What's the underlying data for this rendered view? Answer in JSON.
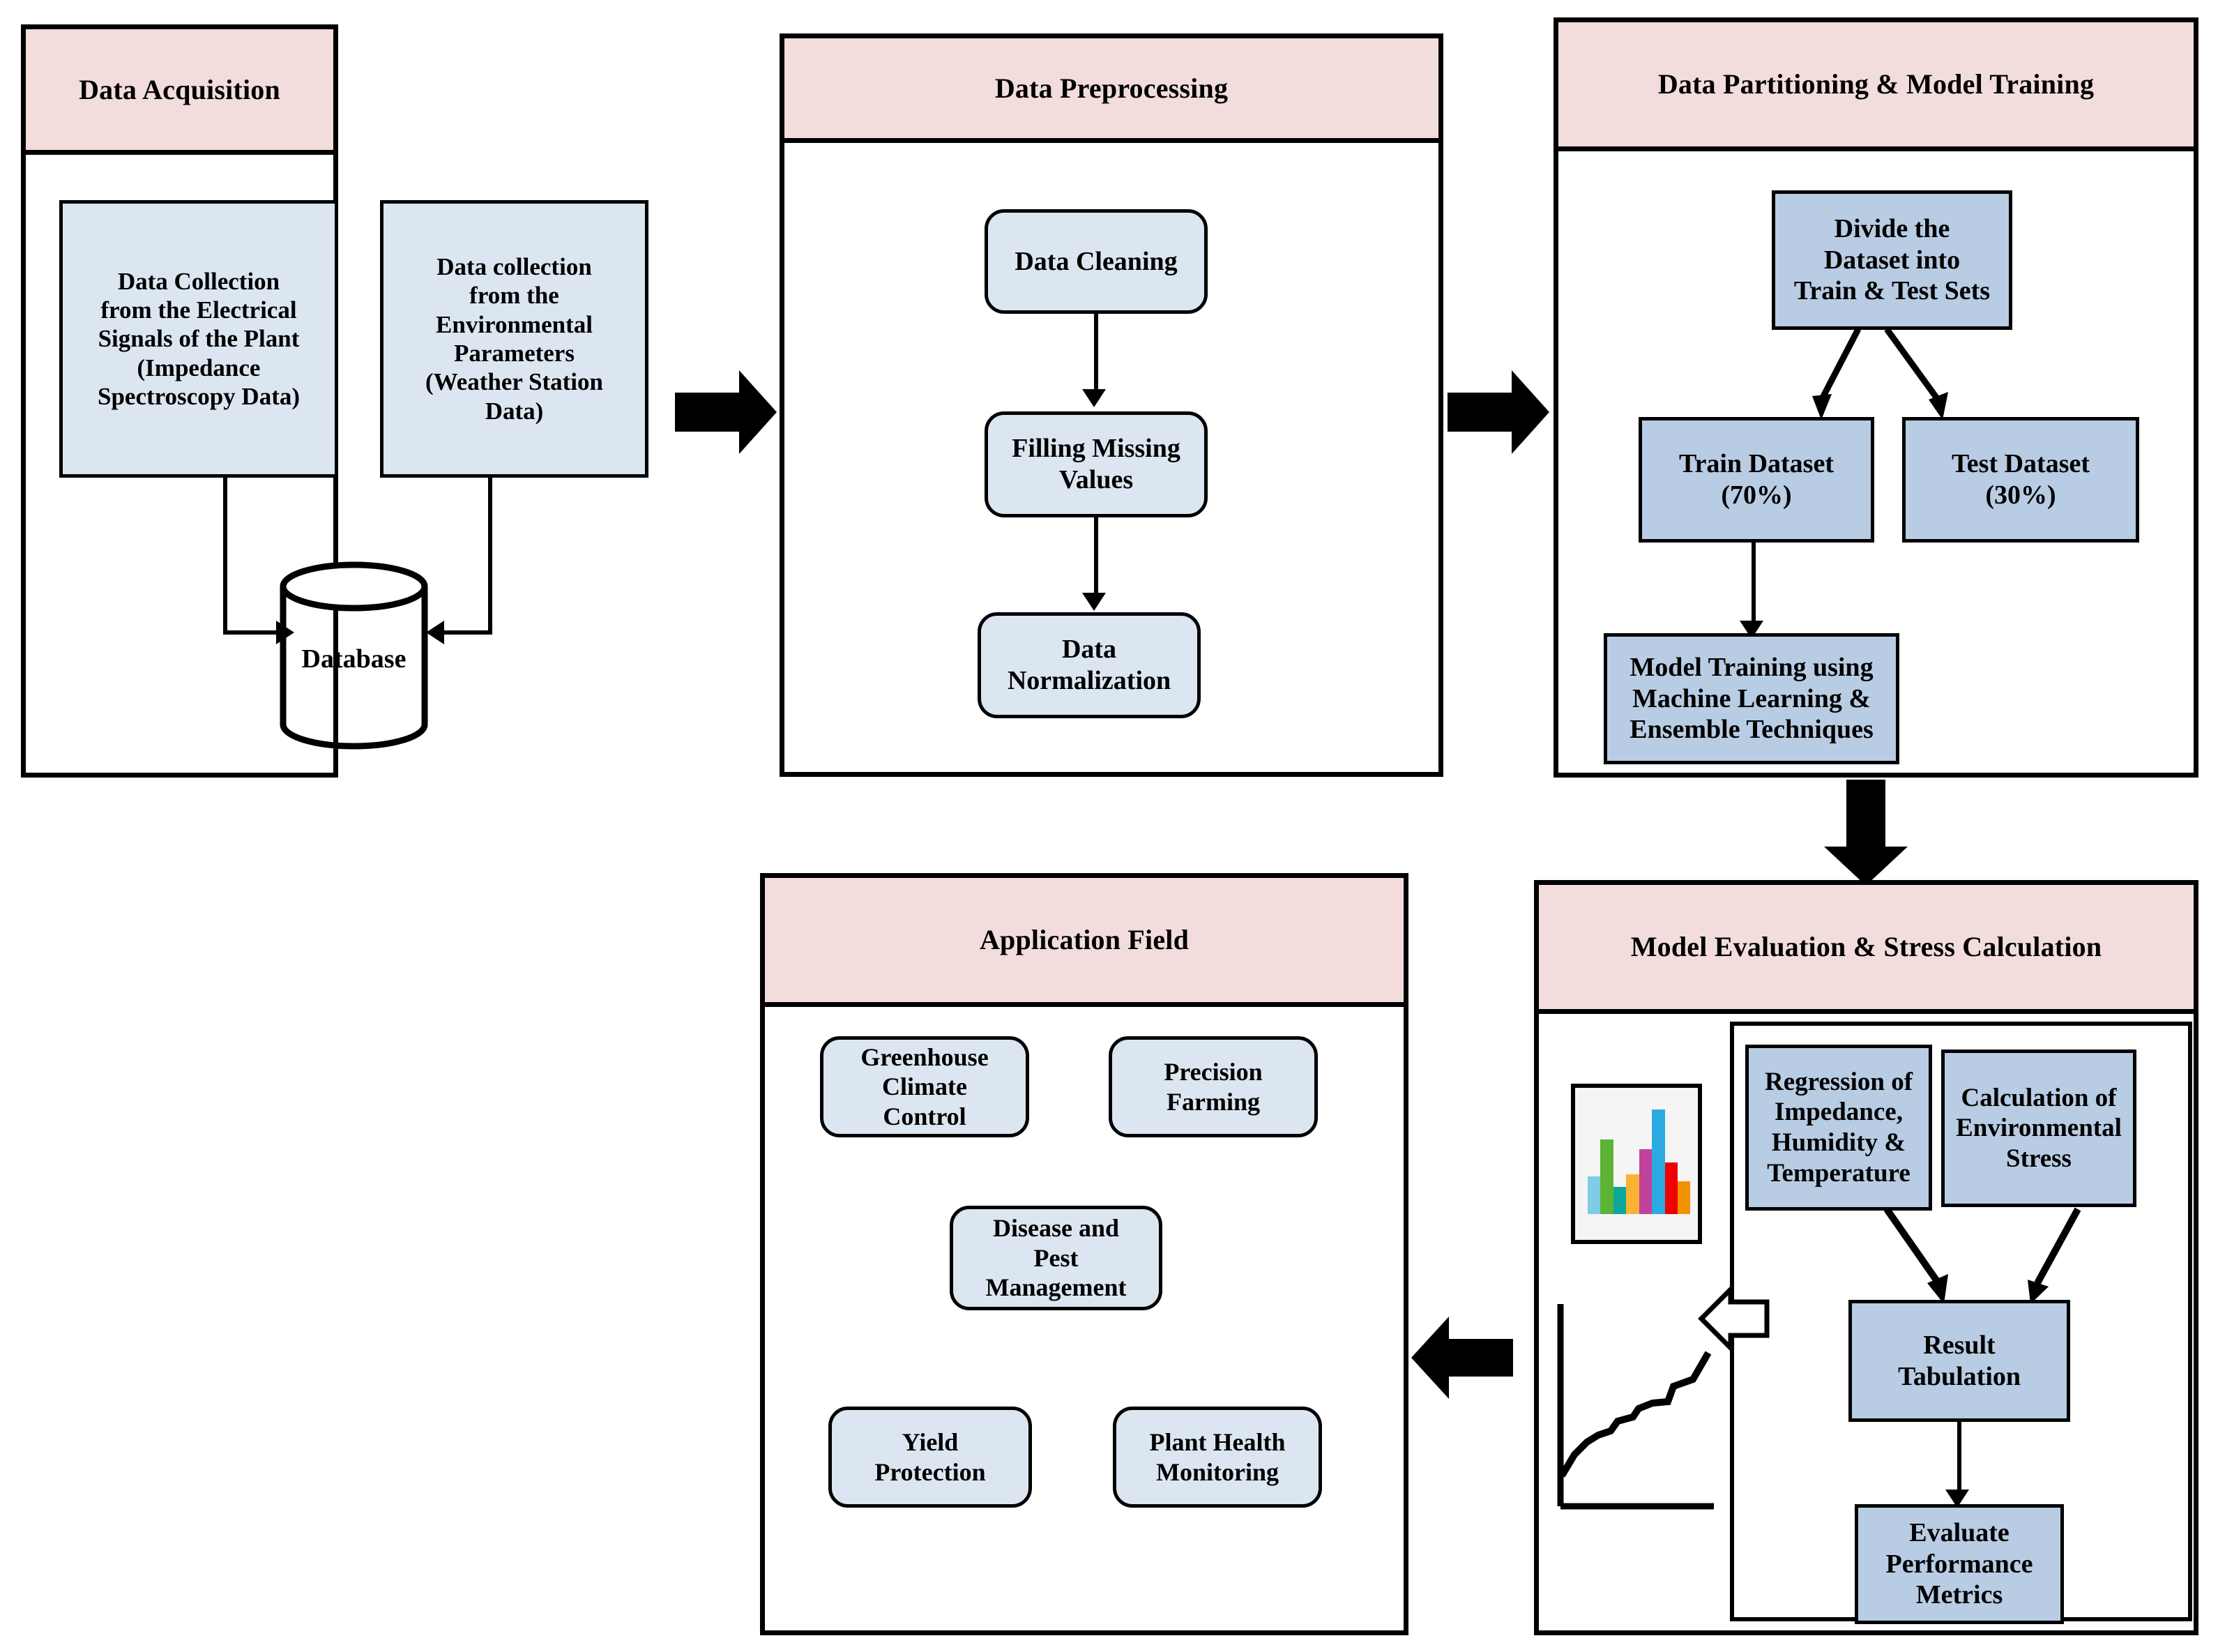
{
  "diagram": {
    "title": "Plant Stress Prediction Methodology Flowchart",
    "colors": {
      "panel_header_fill": "#f2dcdc",
      "node_light_fill": "#dce6f1",
      "node_mid_fill": "#b8cce4",
      "stroke": "#000000",
      "canvas": "#ffffff"
    }
  },
  "panels": [
    {
      "id": "data-acquisition",
      "header": "Data Acquisition",
      "nodes": [
        {
          "id": "electrical-signals",
          "label": "Data Collection\nfrom the Electrical\nSignals of the Plant\n(Impedance\nSpectroscopy Data)"
        },
        {
          "id": "environmental-parameters",
          "label": "Data collection\nfrom the\nEnvironmental\nParameters\n(Weather Station\nData)"
        },
        {
          "id": "database",
          "label": "Database"
        }
      ]
    },
    {
      "id": "data-preprocessing",
      "header": "Data Preprocessing",
      "nodes": [
        {
          "id": "data-cleaning",
          "label": "Data Cleaning"
        },
        {
          "id": "filling-missing-values",
          "label": "Filling Missing\nValues"
        },
        {
          "id": "data-normalization",
          "label": "Data\nNormalization"
        }
      ]
    },
    {
      "id": "data-partitioning-model-training",
      "header": "Data Partitioning & Model Training",
      "nodes": [
        {
          "id": "divide-dataset",
          "label": "Divide the\nDataset into\nTrain & Test Sets"
        },
        {
          "id": "train-dataset",
          "label": "Train Dataset\n(70%)"
        },
        {
          "id": "test-dataset",
          "label": "Test Dataset\n(30%)"
        },
        {
          "id": "model-training",
          "label": "Model Training using\nMachine Learning &\nEnsemble Techniques"
        }
      ]
    },
    {
      "id": "model-evaluation-stress-calculation",
      "header": "Model Evaluation & Stress Calculation",
      "nodes": [
        {
          "id": "regression-impedance",
          "label": "Regression of\nImpedance,\nHumidity &\nTemperature"
        },
        {
          "id": "calculation-environmental-stress",
          "label": "Calculation of\nEnvironmental\nStress"
        },
        {
          "id": "result-tabulation",
          "label": "Result\nTabulation"
        },
        {
          "id": "evaluate-performance-metrics",
          "label": "Evaluate\nPerformance\nMetrics"
        }
      ]
    },
    {
      "id": "application-field",
      "header": "Application Field",
      "nodes": [
        {
          "id": "greenhouse-climate-control",
          "label": "Greenhouse\nClimate\nControl"
        },
        {
          "id": "precision-farming",
          "label": "Precision\nFarming"
        },
        {
          "id": "disease-pest-management",
          "label": "Disease and\nPest\nManagement"
        },
        {
          "id": "yield-protection",
          "label": "Yield\nProtection"
        },
        {
          "id": "plant-health-monitoring",
          "label": "Plant Health\nMonitoring"
        }
      ]
    }
  ],
  "chart_data": [
    {
      "id": "mini-bar-chart",
      "type": "bar",
      "title": "",
      "categories": [
        "1",
        "2",
        "3",
        "4",
        "5",
        "6",
        "7",
        "8"
      ],
      "values": [
        36,
        71,
        26,
        38,
        62,
        100,
        49,
        31
      ],
      "colors": [
        "#7fcde4",
        "#5cb335",
        "#0ea79a",
        "#f9b233",
        "#c2419b",
        "#29abe2",
        "#ee0000",
        "#f39200"
      ],
      "xlabel": "",
      "ylabel": "",
      "ylim": [
        0,
        100
      ],
      "grid": false,
      "legend": "none"
    },
    {
      "id": "mini-line-chart",
      "type": "line",
      "title": "",
      "x": [
        0,
        1,
        2,
        3,
        4,
        5,
        6,
        7,
        8,
        9,
        10,
        11,
        12
      ],
      "y": [
        6,
        18,
        27,
        35,
        37,
        43,
        46,
        57,
        58,
        60,
        72,
        76,
        88
      ],
      "xlabel": "",
      "ylabel": "",
      "ylim": [
        0,
        100
      ],
      "grid": false,
      "legend": "none"
    }
  ],
  "connectors": {
    "acq_to_pre": "block-arrow-right",
    "pre_to_part": "block-arrow-right",
    "part_to_eval": "block-arrow-down",
    "eval_to_app": "block-arrow-left",
    "charts_feed": "hollow-arrow-left"
  }
}
